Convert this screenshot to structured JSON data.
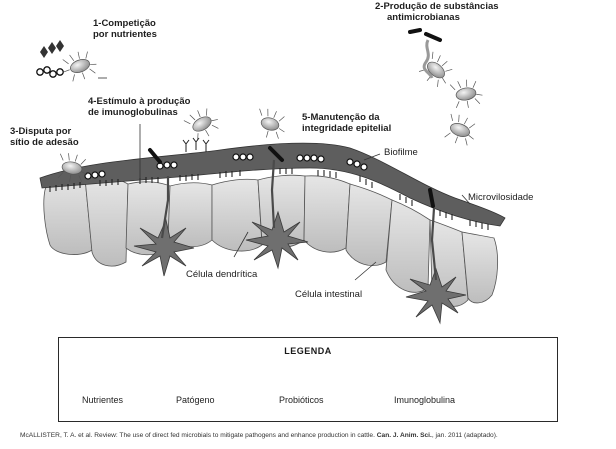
{
  "labels": {
    "competition": [
      "1-Competição",
      "por nutrientes"
    ],
    "antimicrobial": [
      "2-Produção de substâncias",
      "antimicrobianas"
    ],
    "adhesion": [
      "3-Disputa por",
      "sítio de adesão"
    ],
    "immunoglobulin": [
      "4-Estímulo à produção",
      "de imunoglobulinas"
    ],
    "integrity": [
      "5-Manutenção da",
      "integridade epitelial"
    ],
    "biofilm": "Biofilme",
    "microvillus": "Microvilosidade",
    "dendritic_cell": "Célula dendrítica",
    "intestinal_cell": "Célula intestinal"
  },
  "legend": {
    "title": "LEGENDA",
    "items": [
      "Nutrientes",
      "Patógeno",
      "Probióticos",
      "Imunoglobulina"
    ]
  },
  "citation": {
    "text": "McALLISTER, T. A. et al. Review: The use of direct fed microbials to mitigate pathogens and enhance production in cattle.",
    "journal": "Can. J. Anim. Sci.",
    "date": ", jan. 2011 (adaptado)."
  },
  "colors": {
    "cell_fill": "#d4d4d4",
    "biofilm": "#5e5e5e",
    "dendritic": "#6f6f6f",
    "probiotic": "#1a1a1a"
  },
  "icons": [
    "nutrient-icon",
    "pathogen-icon",
    "probiotic-icon",
    "immunoglobulin-icon"
  ]
}
